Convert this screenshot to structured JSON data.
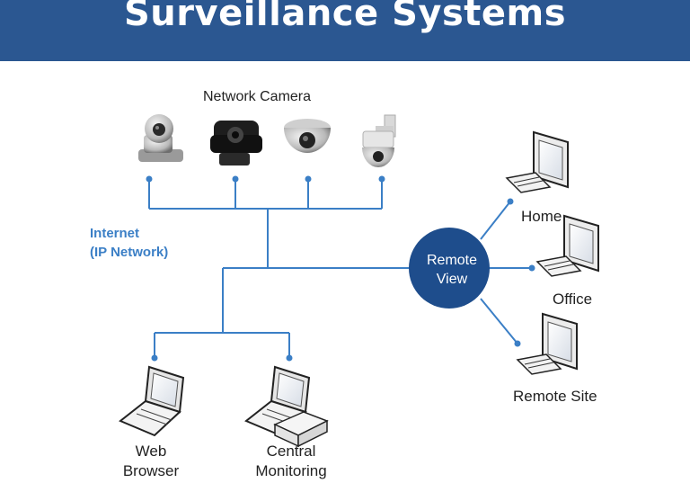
{
  "header": {
    "title": "Surveillance Systems"
  },
  "cameras": {
    "group_label": "Network Camera"
  },
  "network": {
    "line1": "Internet",
    "line2": "(IP Network)"
  },
  "remote_view": {
    "line1": "Remote",
    "line2": "View"
  },
  "remote_sites": {
    "home": "Home",
    "office": "Office",
    "remote_site": "Remote Site"
  },
  "clients": {
    "web_line1": "Web",
    "web_line2": "Browser",
    "cms_line1": "Central",
    "cms_line2": "Monitoring"
  },
  "colors": {
    "banner": "#2b5791",
    "hub": "#1e4d8c",
    "line": "#3b7fc6",
    "accent_text": "#3b7fc6"
  }
}
